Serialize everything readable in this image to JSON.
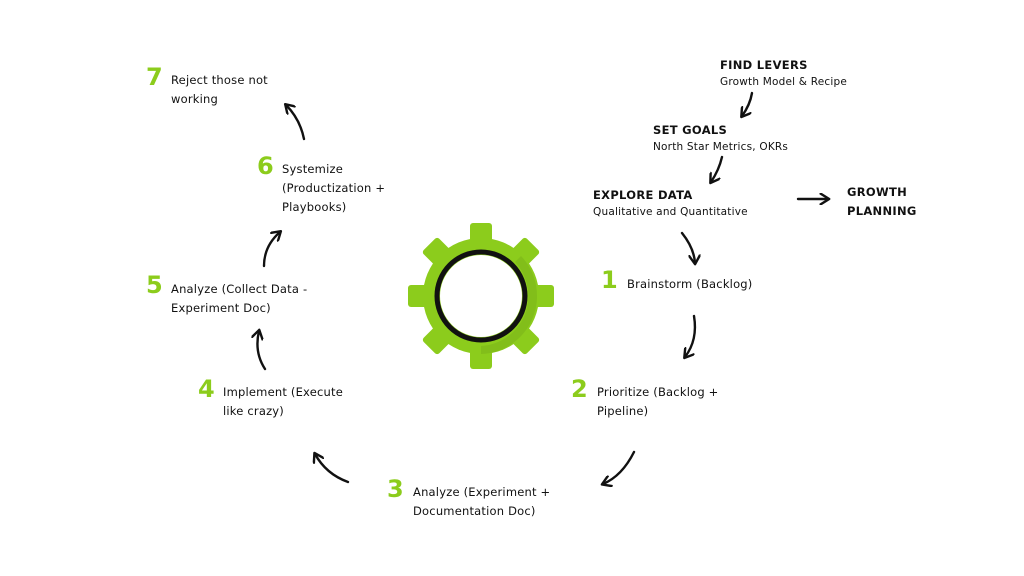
{
  "colors": {
    "accent": "#8ccc1c",
    "gear_dark": "#7ab31a",
    "ring": "#111111"
  },
  "top_chain": [
    {
      "title": "FIND LEVERS",
      "subtitle": "Growth Model & Recipe"
    },
    {
      "title": "SET GOALS",
      "subtitle": "North Star Metrics, OKRs"
    },
    {
      "title": "EXPLORE DATA",
      "subtitle": "Qualitative and Quantitative"
    }
  ],
  "growth_planning": {
    "line1": "GROWTH",
    "line2": "PLANNING"
  },
  "steps": [
    {
      "number": "1",
      "line1": "Brainstorm (Backlog)",
      "line2": ""
    },
    {
      "number": "2",
      "line1": "Prioritize (Backlog +",
      "line2": "Pipeline)"
    },
    {
      "number": "3",
      "line1": "Analyze (Experiment +",
      "line2": "Documentation Doc)"
    },
    {
      "number": "4",
      "line1": "Implement (Execute",
      "line2": "like crazy)"
    },
    {
      "number": "5",
      "line1": "Analyze (Collect Data -",
      "line2": "Experiment Doc)"
    },
    {
      "number": "6",
      "line1": "Systemize",
      "line2": "(Productization +",
      "line3": "Playbooks)"
    },
    {
      "number": "7",
      "line1": "Reject those not",
      "line2": "working"
    }
  ],
  "center_icon": "gear-icon"
}
